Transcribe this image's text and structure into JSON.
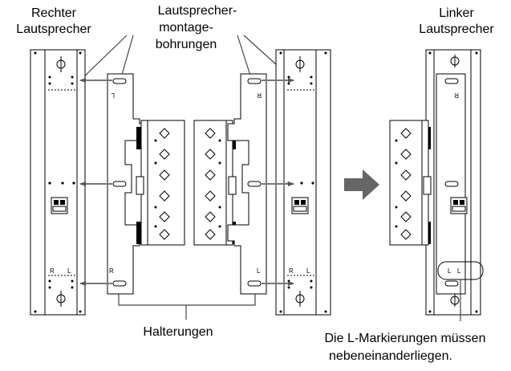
{
  "labels": {
    "right_speaker": [
      "Rechter",
      "Lautsprecher"
    ],
    "mounting_holes": [
      "Lautsprecher-",
      "montage-",
      "bohrungen"
    ],
    "left_speaker": [
      "Linker",
      "Lautsprecher"
    ],
    "brackets": "Halterungen",
    "note": [
      "Die L-Markierungen müssen",
      "nebeneinanderliegen."
    ]
  },
  "marks": {
    "left": "L",
    "right": "R"
  }
}
